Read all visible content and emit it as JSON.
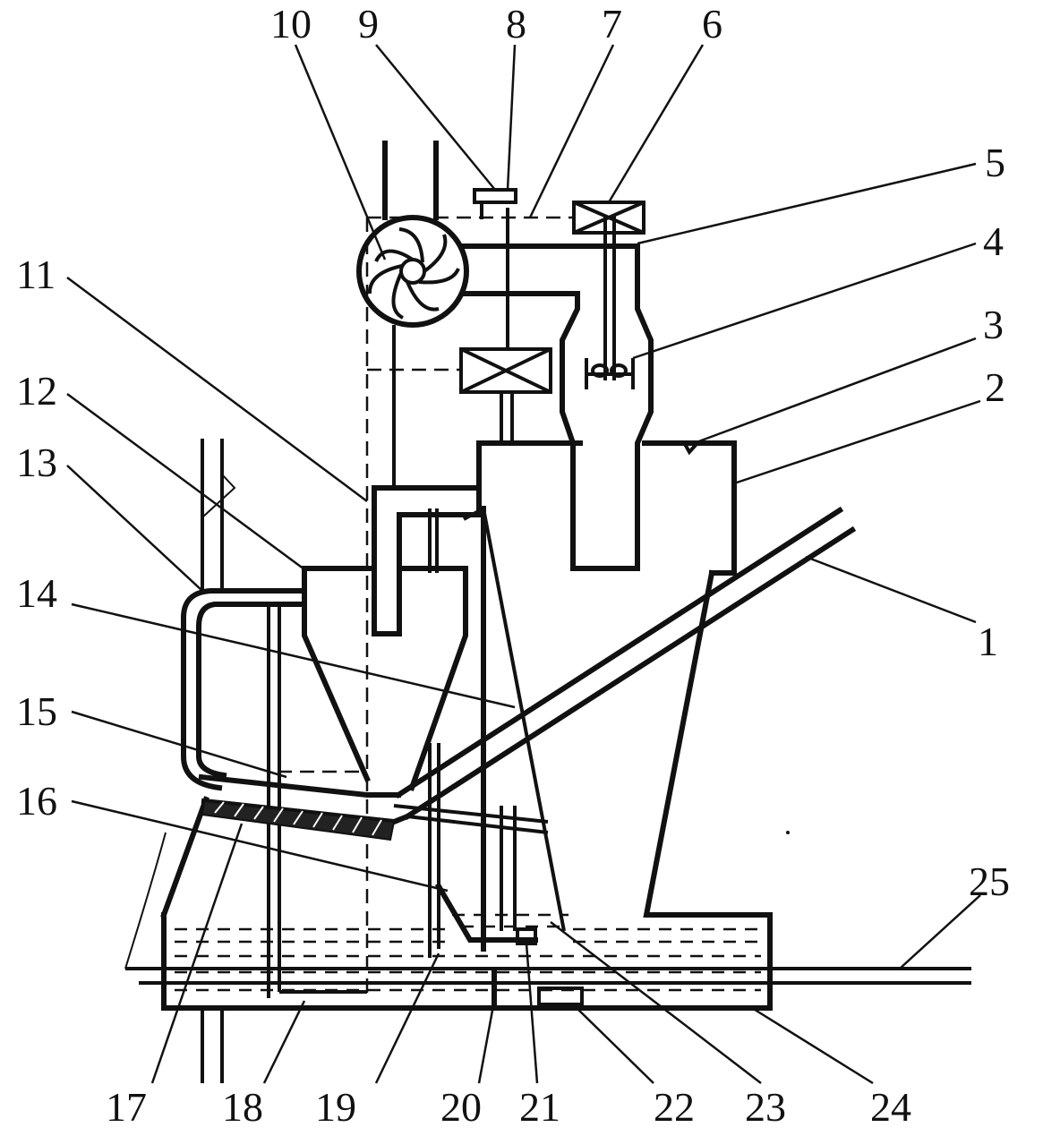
{
  "labels": [
    "1",
    "2",
    "3",
    "4",
    "5",
    "6",
    "7",
    "8",
    "9",
    "10",
    "11",
    "12",
    "13",
    "14",
    "15",
    "16",
    "17",
    "18",
    "19",
    "20",
    "21",
    "22",
    "23",
    "24",
    "25"
  ],
  "colors": {
    "line": "#111111",
    "background": "#ffffff"
  }
}
